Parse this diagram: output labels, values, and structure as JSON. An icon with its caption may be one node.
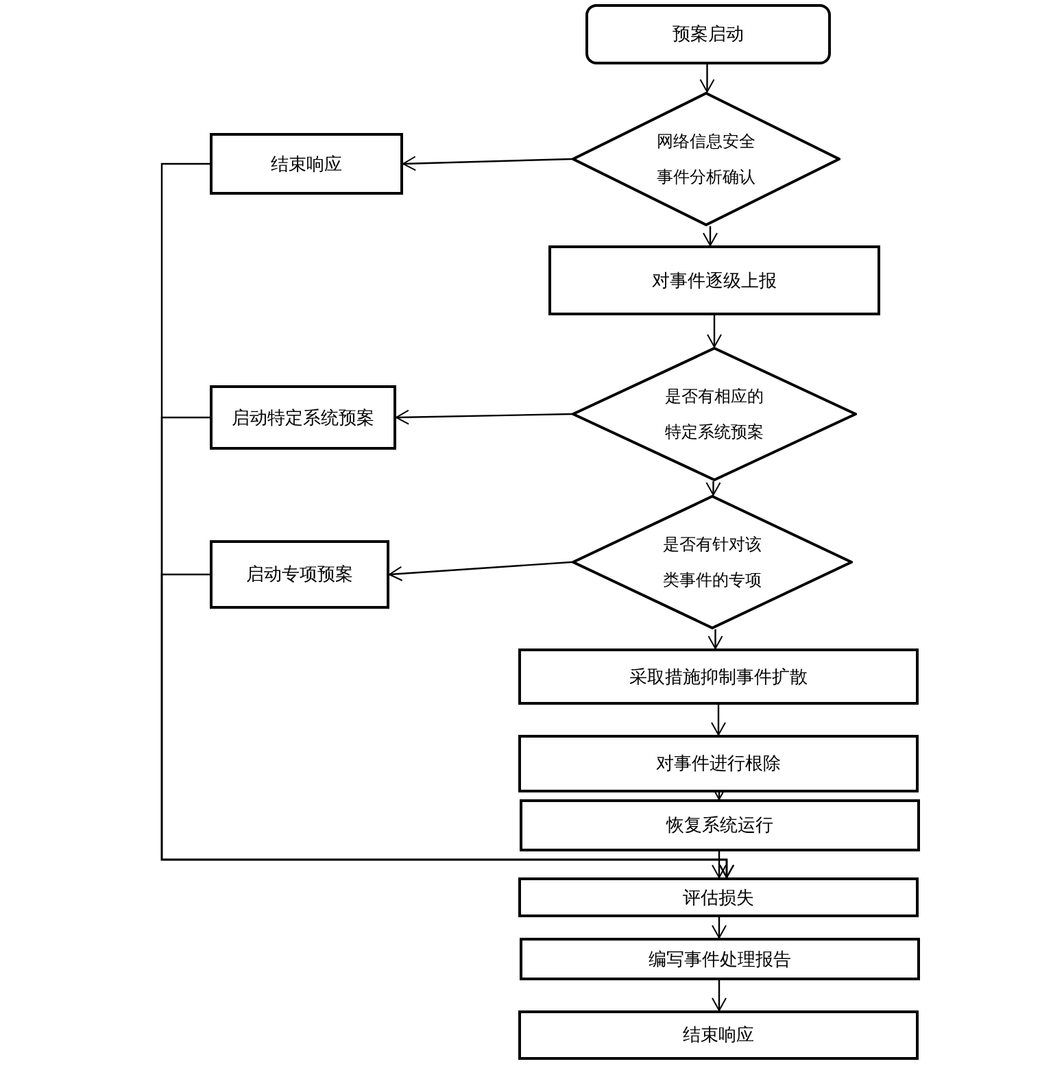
{
  "diagram": {
    "nodes": [
      {
        "text": [
          "预案启动"
        ]
      },
      {
        "text": [
          "网络信息安全事件分析确认"
        ]
      },
      {
        "text": [
          "结束响应"
        ]
      },
      {
        "text": [
          "对事件逐级上报"
        ]
      },
      {
        "text": [
          "是否有相应的特定系统预案"
        ]
      },
      {
        "text": [
          "启动特定系统预案"
        ]
      },
      {
        "text": [
          "是否有针对该类事件的专项"
        ]
      },
      {
        "text": [
          "启动专项预案"
        ]
      },
      {
        "text": [
          "采取措施抑制事件扩散"
        ]
      },
      {
        "text": [
          "对事件进行根除"
        ]
      },
      {
        "text": [
          "恢复系统运行"
        ]
      },
      {
        "text": [
          "评估损失"
        ]
      },
      {
        "text": [
          "编写事件处理报告"
        ]
      },
      {
        "text": [
          "结束响应"
        ]
      }
    ],
    "edges": [
      {
        "from": 0,
        "to": 1,
        "arrow": "to"
      },
      {
        "from": 1,
        "to": 2,
        "arrow": "to"
      },
      {
        "from": 1,
        "to": 3,
        "arrow": "to"
      },
      {
        "from": 3,
        "to": 4,
        "arrow": "to"
      },
      {
        "from": 4,
        "to": 5,
        "arrow": "to"
      },
      {
        "from": 4,
        "to": 6,
        "arrow": "to"
      },
      {
        "from": 6,
        "to": 7,
        "arrow": "to"
      },
      {
        "from": 6,
        "to": 8,
        "arrow": "to"
      },
      {
        "from": 8,
        "to": 9,
        "arrow": "to"
      },
      {
        "from": 9,
        "to": 10,
        "arrow": "to"
      },
      {
        "from": 10,
        "to": 11,
        "arrow": "to"
      },
      {
        "from": 11,
        "to": 12,
        "arrow": "to"
      },
      {
        "from": 12,
        "to": 13,
        "arrow": "to"
      },
      {
        "from": 2,
        "to": 11,
        "arrow": "to"
      },
      {
        "from": 5,
        "to": 11,
        "arrow": "to"
      },
      {
        "from": 7,
        "to": 11,
        "arrow": "to"
      }
    ]
  }
}
